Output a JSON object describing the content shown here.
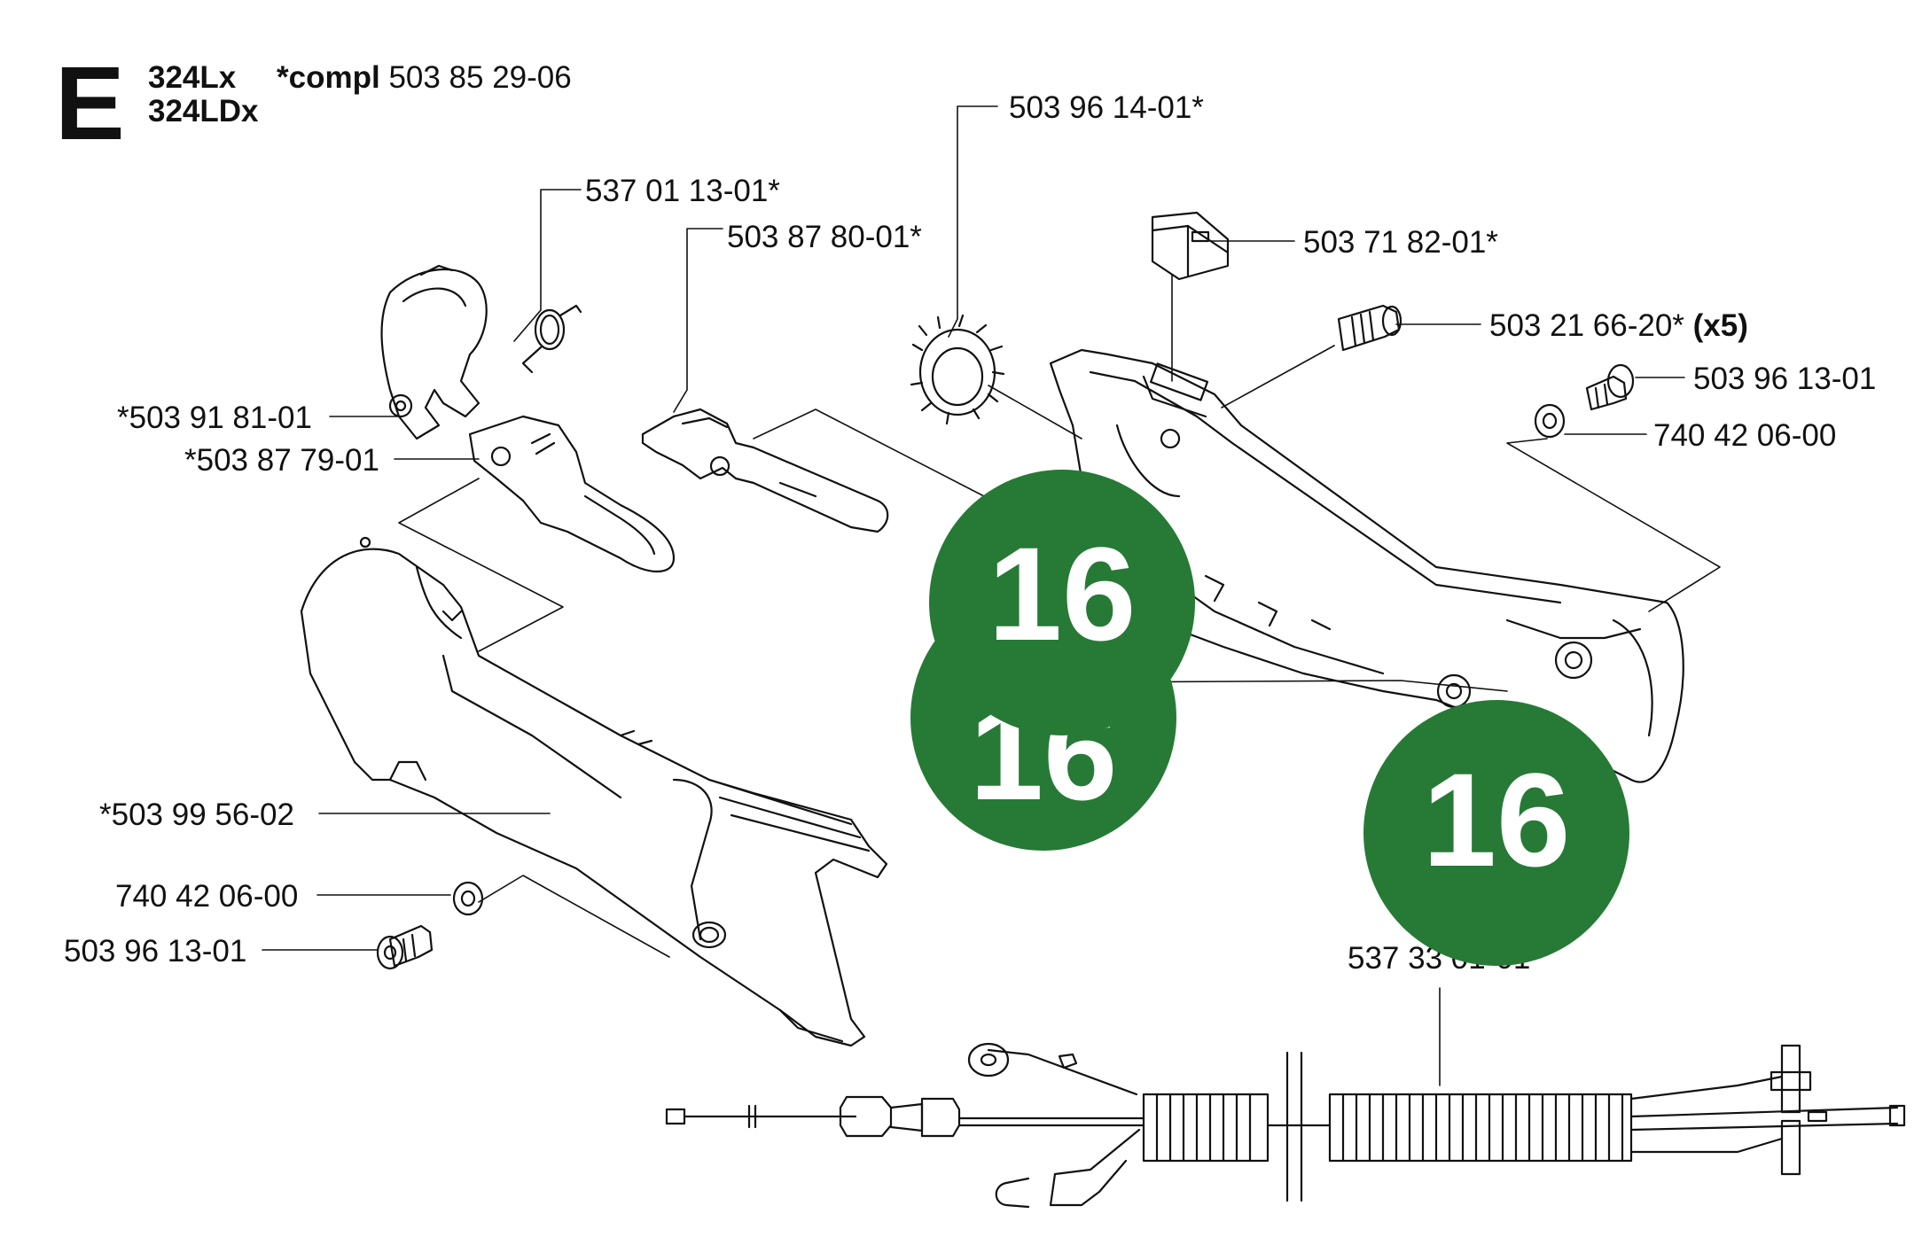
{
  "section_letter": "E",
  "models": [
    "324Lx",
    "324LDx"
  ],
  "complete_label": "*compl",
  "complete_number": "503 85 29-06",
  "parts": {
    "p_537_01_13": "537 01 13-01*",
    "p_503_87_80": "503 87 80-01*",
    "p_503_96_14": "503 96 14-01*",
    "p_503_71_82": "503 71 82-01*",
    "p_503_21_66": "503 21 66-20*",
    "p_503_21_66_qty": "(x5)",
    "p_503_96_13_right": "503 96 13-01",
    "p_740_42_06_right": "740 42 06-00",
    "p_503_91_81": "*503 91 81-01",
    "p_503_87_79": "*503 87 79-01",
    "p_503_99_56": "*503 99 56-02",
    "p_740_42_06_left": "740 42 06-00",
    "p_503_96_13_left": "503 96 13-01",
    "p_537_33": "537 33 01-01*"
  },
  "badges": {
    "badge_a": "16",
    "badge_b": "16",
    "badge_c": "16"
  },
  "colors": {
    "badge": "#267a36",
    "line": "#111111"
  }
}
